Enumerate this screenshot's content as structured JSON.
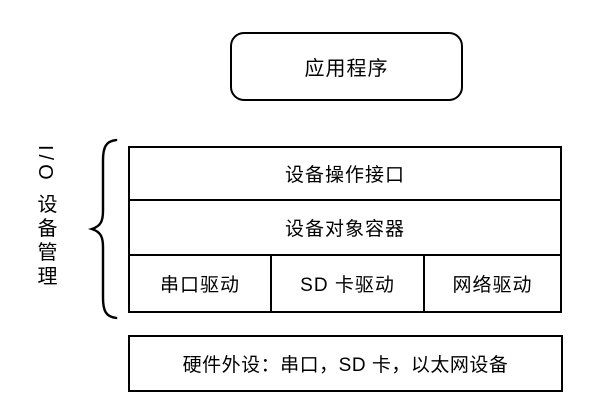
{
  "diagram": {
    "title_implicit": "",
    "app_box": {
      "label": "应用程序"
    },
    "side_label": "I/O 设备管理",
    "stack": {
      "layers": [
        {
          "label": "设备操作接口"
        },
        {
          "label": "设备对象容器"
        }
      ],
      "drivers": [
        {
          "label": "串口驱动"
        },
        {
          "label": "SD 卡驱动"
        },
        {
          "label": "网络驱动"
        }
      ]
    },
    "hardware_box": {
      "label": "硬件外设：串口，SD 卡，以太网设备"
    }
  },
  "colors": {
    "line": "#000000",
    "background": "#ffffff",
    "text": "#000000"
  }
}
